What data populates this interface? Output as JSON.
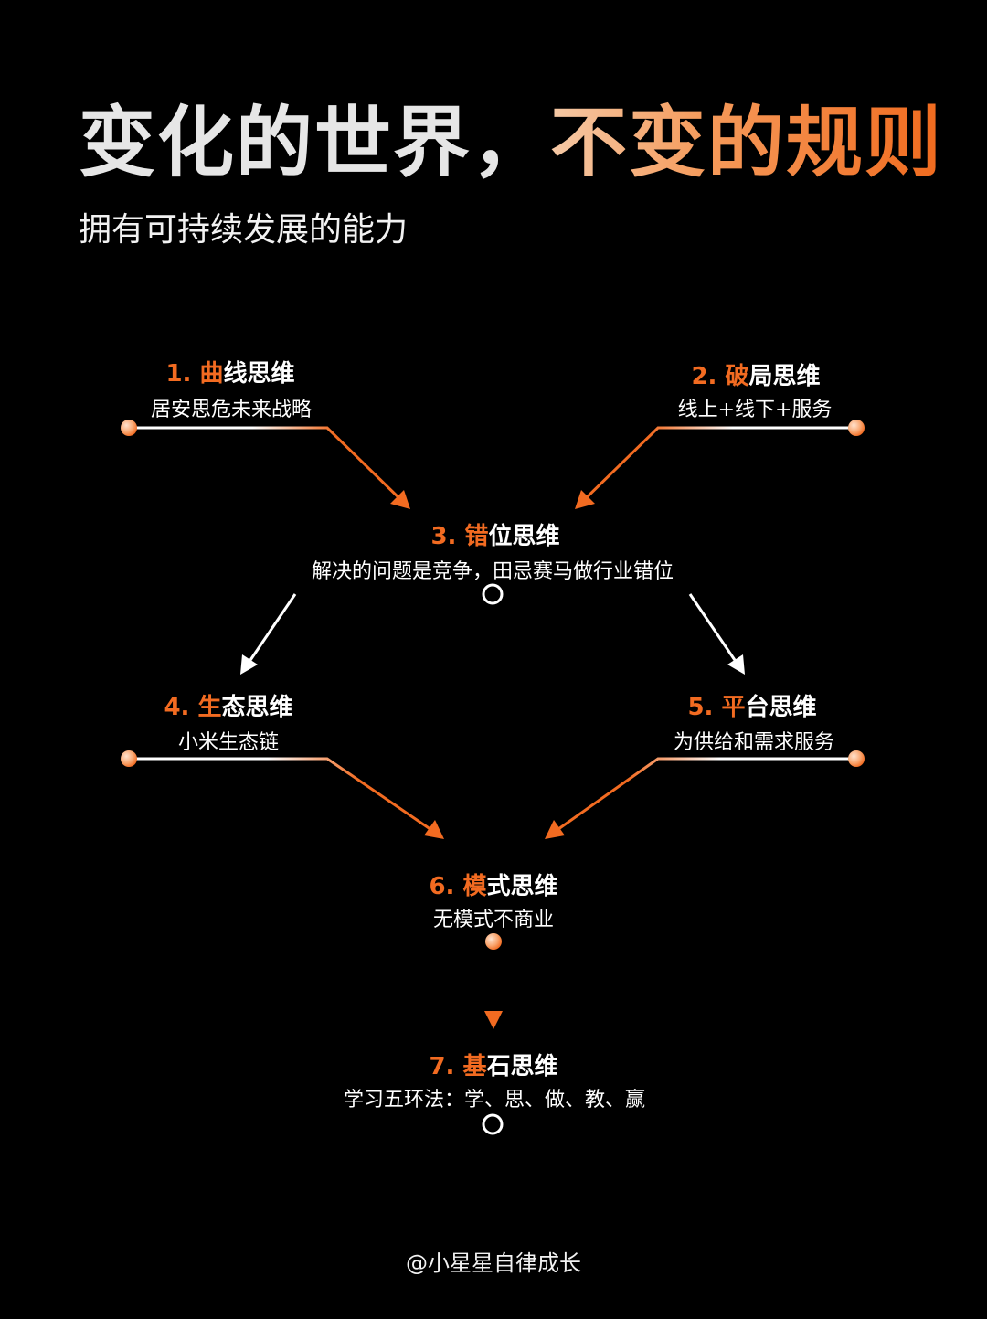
{
  "header": {
    "title_part1": "变化的世界，",
    "title_part2": "不变的规则",
    "subtitle": "拥有可持续发展的能力"
  },
  "nodes": [
    {
      "num": "1. ",
      "first": "曲",
      "rest": "线思维",
      "desc": "居安思危未来战略"
    },
    {
      "num": "2. ",
      "first": "破",
      "rest": "局思维",
      "desc": "线上+线下+服务"
    },
    {
      "num": "3. ",
      "first": "错",
      "rest": "位思维",
      "desc": "解决的问题是竞争，田忌赛马做行业错位"
    },
    {
      "num": "4. ",
      "first": "生",
      "rest": "态思维",
      "desc": "小米生态链"
    },
    {
      "num": "5. ",
      "first": "平",
      "rest": "台思维",
      "desc": "为供给和需求服务"
    },
    {
      "num": "6. ",
      "first": "模",
      "rest": "式思维",
      "desc": "无模式不商业"
    },
    {
      "num": "7. ",
      "first": "基",
      "rest": "石思维",
      "desc": "学习五环法：学、思、做、教、赢"
    }
  ],
  "footer": {
    "author": "@小星星自律成长"
  },
  "colors": {
    "accent": "#f26b21",
    "accent_light": "#f7b48a",
    "background": "#000000",
    "text": "#ffffff"
  }
}
